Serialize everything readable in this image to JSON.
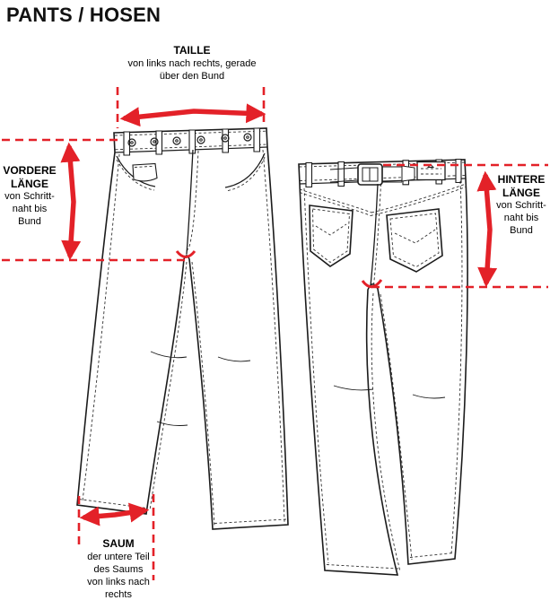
{
  "title": "PANTS / HOSEN",
  "colors": {
    "accent": "#e32128",
    "ink": "#1b1b1b"
  },
  "labels": {
    "taille": {
      "heading": "TAILLE",
      "lines": [
        "von links nach rechts, gerade",
        "über den Bund"
      ]
    },
    "vordere_laenge": {
      "heading_lines": [
        "VORDERE",
        "LÄNGE"
      ],
      "lines": [
        "von Schritt-",
        "naht bis",
        "Bund"
      ]
    },
    "hintere_laenge": {
      "heading_lines": [
        "HINTERE",
        "LÄNGE"
      ],
      "lines": [
        "von Schritt-",
        "naht bis",
        "Bund"
      ]
    },
    "saum": {
      "heading": "SAUM",
      "lines": [
        "der untere Teil",
        "des Saums",
        "von links nach",
        "rechts"
      ]
    }
  }
}
